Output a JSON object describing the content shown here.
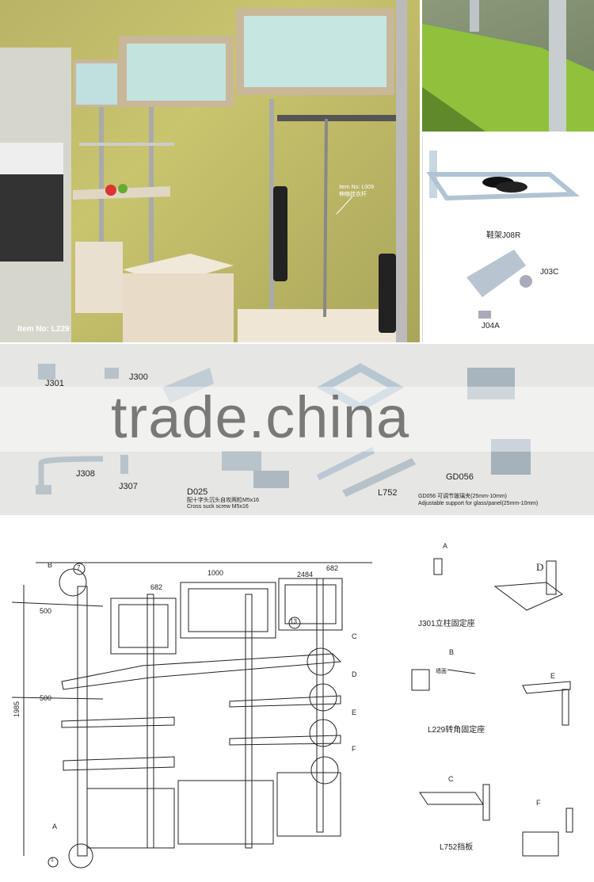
{
  "main_photo": {
    "item_label": "Item No: L229",
    "callout_item": "Item No: L009",
    "callout_cn": "伸缩挂衣杆"
  },
  "parts_photo": {
    "shoe_rack": "鞋架J08R",
    "j03c": "J03C",
    "j04a": "J04A"
  },
  "parts_band": {
    "j301": "J301",
    "j300": "J300",
    "j308": "J308",
    "j307": "J307",
    "d025": "D025",
    "d025_cn": "配十字头沉头自攻两粒M5x16",
    "d025_en": "Cross suck screw M5x16",
    "l752": "L752",
    "gd056": "GD056",
    "gd056_cn": "GD056 可调节玻璃夹(25mm-10mm)",
    "gd056_en": "Adjustable support for glass/panel(25mm-10mm)"
  },
  "watermark": "trade.china",
  "diagram": {
    "dims": {
      "d682a": "682",
      "d1000": "1000",
      "d2484": "2484",
      "d682b": "682",
      "d500a": "500",
      "d500b": "500",
      "h1985": "1985"
    },
    "callouts": {
      "b": "B",
      "seven": "7",
      "thirteen": "13",
      "c": "C",
      "d": "D",
      "e": "E",
      "f": "F",
      "a": "A",
      "one": "1"
    },
    "details": [
      {
        "letter": "A",
        "caption": "J301立柱固定座"
      },
      {
        "letter": "D",
        "caption": ""
      },
      {
        "letter": "B",
        "caption": "L229转角固定座"
      },
      {
        "letter": "E",
        "caption": ""
      },
      {
        "letter": "C",
        "caption": "L752挡板"
      },
      {
        "letter": "F",
        "caption": ""
      }
    ],
    "wall_label": "墙面"
  }
}
